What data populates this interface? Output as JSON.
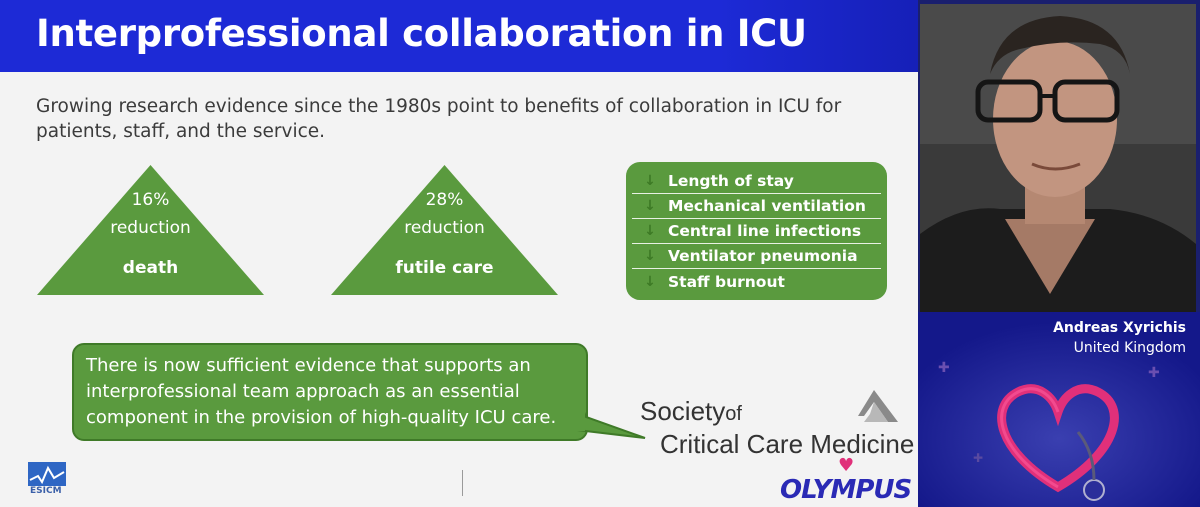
{
  "slide": {
    "title": "Interprofessional collaboration in ICU",
    "intro": "Growing research evidence since the 1980s point to benefits of collaboration in ICU for patients, staff, and the service.",
    "triangles": [
      {
        "percent": "16%",
        "reduction": "reduction",
        "label": "death"
      },
      {
        "percent": "28%",
        "reduction": "reduction",
        "label": "futile care"
      }
    ],
    "outcomes": [
      {
        "icon": "down-arrow-icon",
        "label": "Length of stay"
      },
      {
        "icon": "down-arrow-icon",
        "label": "Mechanical ventilation"
      },
      {
        "icon": "down-arrow-icon",
        "label": "Central line infections"
      },
      {
        "icon": "down-arrow-icon",
        "label": "Ventilator pneumonia"
      },
      {
        "icon": "down-arrow-icon",
        "label": "Staff burnout"
      }
    ],
    "callout": "There is now sufficient evidence that supports an interprofessional team approach as an essential component in the provision of high-quality ICU care.",
    "society": {
      "line1_a": "Society",
      "line1_b": "of",
      "line2": "Critical Care Medicine"
    },
    "esicm": "ESICM",
    "olympus": "OLYMPUS"
  },
  "speaker": {
    "name": "Andreas Xyrichis",
    "country": "United Kingdom"
  },
  "colors": {
    "header_blue": "#1d2ad6",
    "green": "#5a9a3e",
    "panel_navy": "#14188a"
  }
}
